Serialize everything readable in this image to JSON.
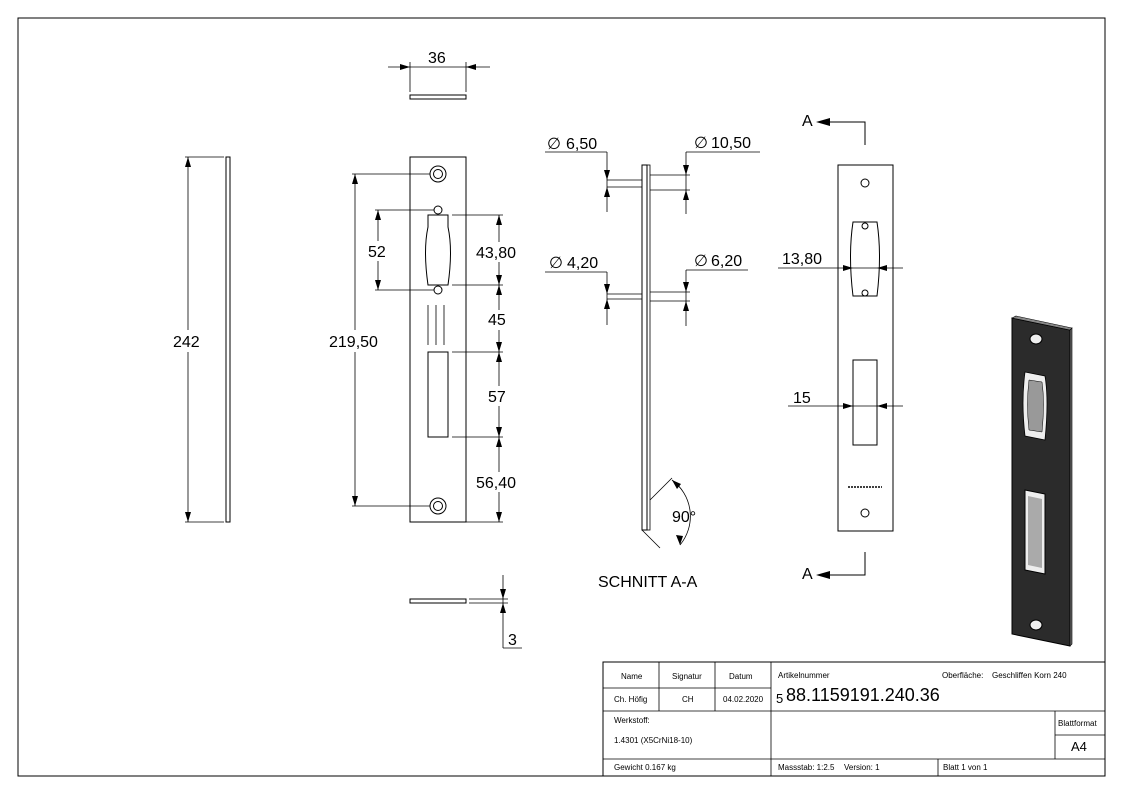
{
  "drawing": {
    "dimensions": {
      "width_top": "36",
      "total_height": "242",
      "hole_pitch": "219,50",
      "slot_height": "52",
      "slot_to_edge": "43,80",
      "gap_between": "45",
      "recess_height": "57",
      "recess_to_bottom": "56,40",
      "thickness": "3",
      "dia_small_top": "6,50",
      "dia_large_top": "10,50",
      "dia_small_mid": "4,20",
      "dia_large_mid": "6,20",
      "angle": "90°",
      "slot_width": "13,80",
      "recess_width": "15",
      "section_mark": "A",
      "diameter_symbol": "∅"
    },
    "section_label": "SCHNITT A-A"
  },
  "title_block": {
    "col_name": "Name",
    "col_signature": "Signatur",
    "col_date": "Datum",
    "name": "Ch. Höfig",
    "signature": "CH",
    "date": "04.02.2020",
    "article_label": "Artikelnummer",
    "article_prefix": "5",
    "article_number": "88.1159191.240.36",
    "surface_label": "Oberfläche:",
    "surface_value": "Geschliffen Korn 240",
    "material_label": "Werkstoff:",
    "material_value": "1.4301 (X5CrNi18-10)",
    "format_label": "Blattformat",
    "format_value": "A4",
    "weight": "Gewicht 0.167 kg",
    "scale": "Massstab: 1:2.5",
    "version": "Version: 1",
    "sheet": "Blatt 1 von 1"
  }
}
